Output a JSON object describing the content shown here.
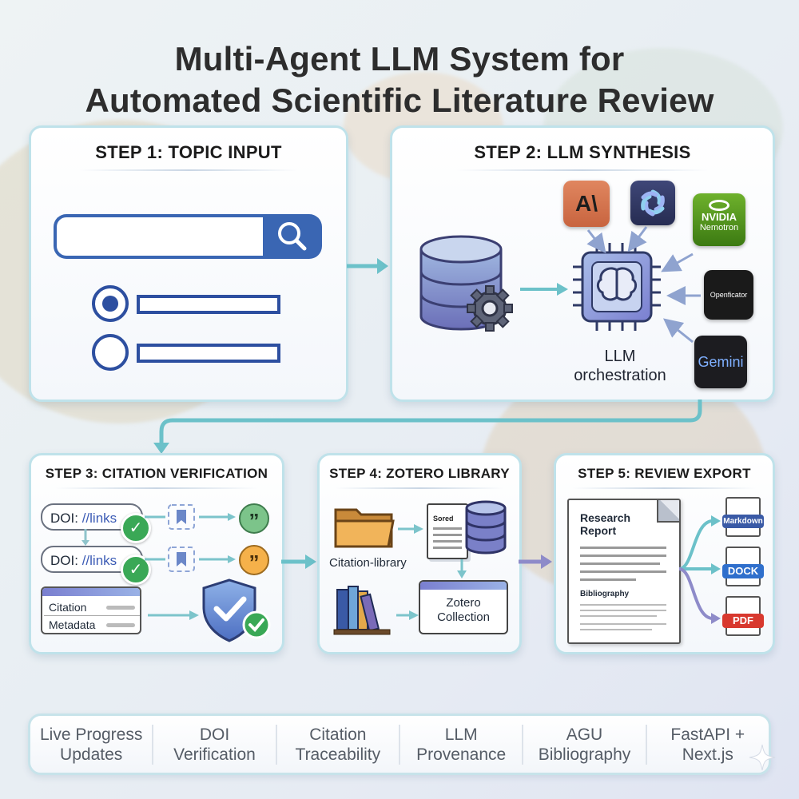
{
  "title": {
    "line1": "Multi-Agent LLM System for",
    "line2": "Automated Scientific Literature Review"
  },
  "step1": {
    "title": "STEP 1: TOPIC INPUT"
  },
  "step2": {
    "title": "STEP 2: LLM SYNTHESIS",
    "center_label_line1": "LLM",
    "center_label_line2": "orchestration",
    "providers": {
      "anthropic": "A\\",
      "nvidia_line1": "NVIDIA",
      "nvidia_line2": "Nemotron",
      "openficator": "Openficator",
      "gemini": "Gemini"
    }
  },
  "step3": {
    "title": "STEP 3: CITATION VERIFICATION",
    "doi_prefix": "DOI:",
    "doi_link": "//links",
    "meta_line1": "Citation",
    "meta_line2": "Metadata"
  },
  "step4": {
    "title": "STEP 4: ZOTERO LIBRARY",
    "doc_label": "Sored",
    "folder_label": "Citation-library",
    "collection_line1": "Zotero",
    "collection_line2": "Collection"
  },
  "step5": {
    "title": "STEP 5: REVIEW EXPORT",
    "report_line1": "Research",
    "report_line2": "Report",
    "bibliography": "Bibliography",
    "formats": [
      "Markdown",
      "DOCK",
      "PDF"
    ]
  },
  "features": [
    {
      "line1": "Live Progress",
      "line2": "Updates"
    },
    {
      "line1": "DOI",
      "line2": "Verification"
    },
    {
      "line1": "Citation",
      "line2": "Traceability"
    },
    {
      "line1": "LLM",
      "line2": "Provenance"
    },
    {
      "line1": "AGU",
      "line2": "Bibliography"
    },
    {
      "line1": "FastAPI +",
      "line2": "Next.js"
    }
  ],
  "colors": {
    "accent_blue": "#3a66b3",
    "check_green": "#3aa856",
    "flow_teal": "#6cc1c9",
    "flow_purple": "#8e8bc9",
    "panel_border": "#bfe2ea"
  }
}
